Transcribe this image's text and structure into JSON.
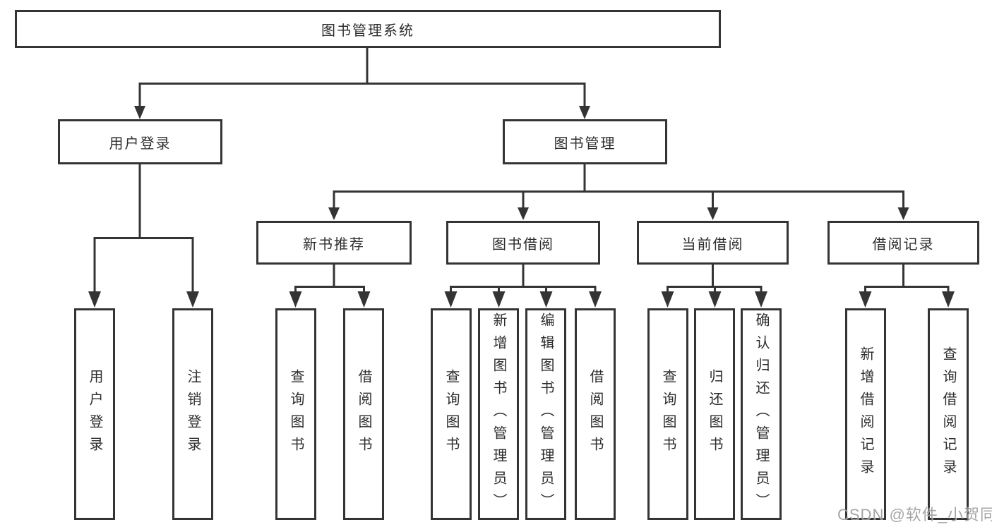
{
  "diagram": {
    "title": "图书管理系统",
    "tree": {
      "label": "图书管理系统",
      "children": [
        {
          "label": "用户登录",
          "children": [
            {
              "label": "用户登录"
            },
            {
              "label": "注销登录"
            }
          ]
        },
        {
          "label": "图书管理",
          "children": [
            {
              "label": "新书推荐",
              "children": [
                {
                  "label": "查询图书"
                },
                {
                  "label": "借阅图书"
                }
              ]
            },
            {
              "label": "图书借阅",
              "children": [
                {
                  "label": "查询图书"
                },
                {
                  "label": "新增图书（管理员）"
                },
                {
                  "label": "编辑图书（管理员）"
                },
                {
                  "label": "借阅图书"
                }
              ]
            },
            {
              "label": "当前借阅",
              "children": [
                {
                  "label": "查询图书"
                },
                {
                  "label": "归还图书"
                },
                {
                  "label": "确认归还（管理员）"
                }
              ]
            },
            {
              "label": "借阅记录",
              "children": [
                {
                  "label": "新增借阅记录"
                },
                {
                  "label": "查询借阅记录"
                }
              ]
            }
          ]
        }
      ]
    },
    "colors": {
      "line": "#343434",
      "text": "#2d2d2d",
      "background": "#ffffff",
      "watermark": "#919191"
    },
    "watermark": "CSDN @软件_小贺同学"
  }
}
